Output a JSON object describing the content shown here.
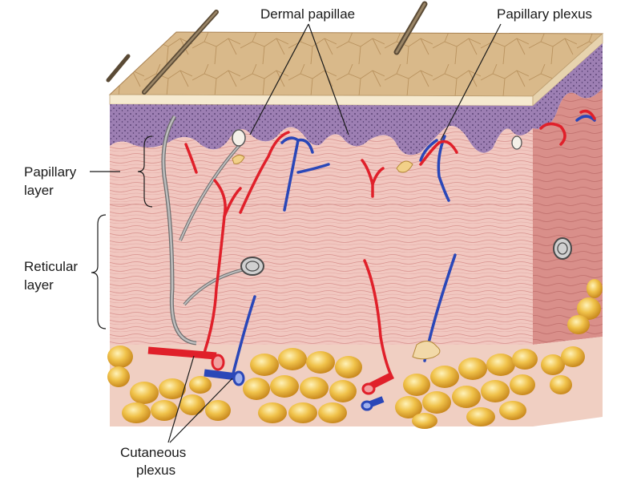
{
  "labels": {
    "dermal_papillae": "Dermal papillae",
    "papillary_plexus": "Papillary plexus",
    "papillary_layer": [
      "Papillary",
      "layer"
    ],
    "reticular_layer": [
      "Reticular",
      "layer"
    ],
    "cutaneous_plexus": [
      "Cutaneous",
      "plexus"
    ]
  },
  "colors": {
    "epidermis_surface": "#d9b98a",
    "epidermis_stratum": "#9d7fb3",
    "dermis": "#f1c7c0",
    "dermis_side": "#d98f8a",
    "hypodermis_fat": "#f0c24a",
    "artery": "#e0202a",
    "vein": "#2a47b8",
    "nerve": "#8a8a8a",
    "hair": "#6b5a40"
  },
  "icons": [
    "hair-shaft",
    "adipose-lobule",
    "meissner-corpuscle",
    "lamellar-corpuscle"
  ]
}
